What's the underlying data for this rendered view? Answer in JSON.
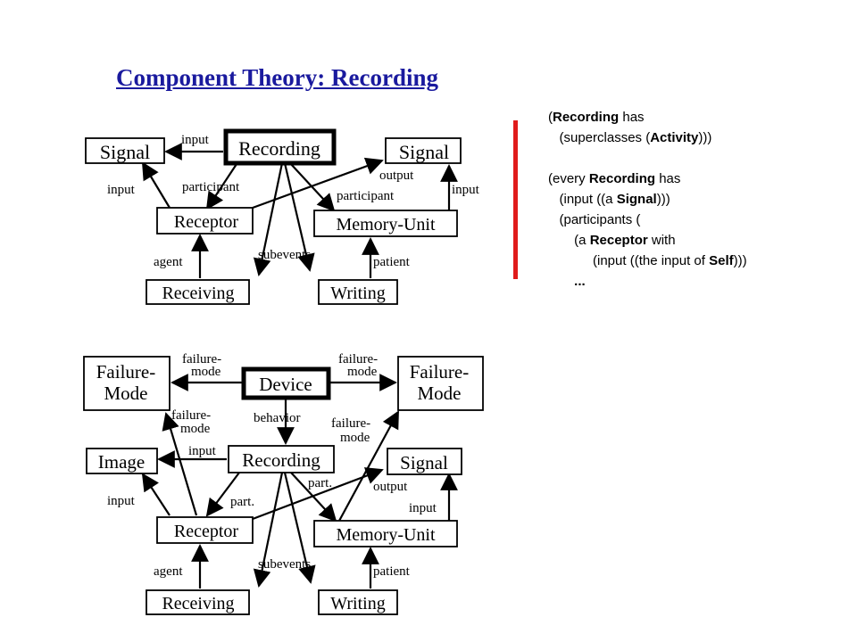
{
  "title": "Component Theory: Recording",
  "diagram1": {
    "nodes": {
      "signal_left": "Signal",
      "recording": "Recording",
      "signal_right": "Signal",
      "receptor": "Receptor",
      "memory_unit": "Memory-Unit",
      "receiving": "Receiving",
      "writing": "Writing"
    },
    "labels": {
      "input_top": "input",
      "input_left": "input",
      "participant_left": "participant",
      "output": "output",
      "participant_right": "participant",
      "input_right": "input",
      "agent": "agent",
      "subevents": "subevents",
      "patient": "patient"
    }
  },
  "diagram2": {
    "nodes": {
      "failure_mode_left_1": "Failure-",
      "failure_mode_left_2": "Mode",
      "device": "Device",
      "failure_mode_right_1": "Failure-",
      "failure_mode_right_2": "Mode",
      "image": "Image",
      "recording": "Recording",
      "signal": "Signal",
      "receptor": "Receptor",
      "memory_unit": "Memory-Unit",
      "receiving": "Receiving",
      "writing": "Writing"
    },
    "labels": {
      "failure_mode_tl_1": "failure-",
      "failure_mode_tl_2": "mode",
      "failure_mode_tr_1": "failure-",
      "failure_mode_tr_2": "mode",
      "behavior": "behavior",
      "failure_mode_ml_1": "failure-",
      "failure_mode_ml_2": "mode",
      "failure_mode_mr_1": "failure-",
      "failure_mode_mr_2": "mode",
      "input_image": "input",
      "input_left": "input",
      "part_left": "part.",
      "part_right": "part.",
      "output": "output",
      "input_right": "input",
      "agent": "agent",
      "subevents": "subevents",
      "patient": "patient"
    }
  },
  "code": {
    "l1_open": "(",
    "l1_kw": "Recording",
    "l1_rest": " has",
    "l2_a": "   (superclasses (",
    "l2_kw": "Activity",
    "l2_b": ")))",
    "l4_a": "(every ",
    "l4_kw": "Recording",
    "l4_b": " has",
    "l5_a": "   (input ((a ",
    "l5_kw": "Signal",
    "l5_b": ")))",
    "l6": "   (participants (",
    "l7_a": "       (a ",
    "l7_kw": "Receptor",
    "l7_b": " with",
    "l8_a": "            (input ((the input of ",
    "l8_kw": "Self",
    "l8_b": ")))",
    "l9": "       ..."
  },
  "colors": {
    "title": "#1a1a9e",
    "divider": "#e01b1b"
  }
}
